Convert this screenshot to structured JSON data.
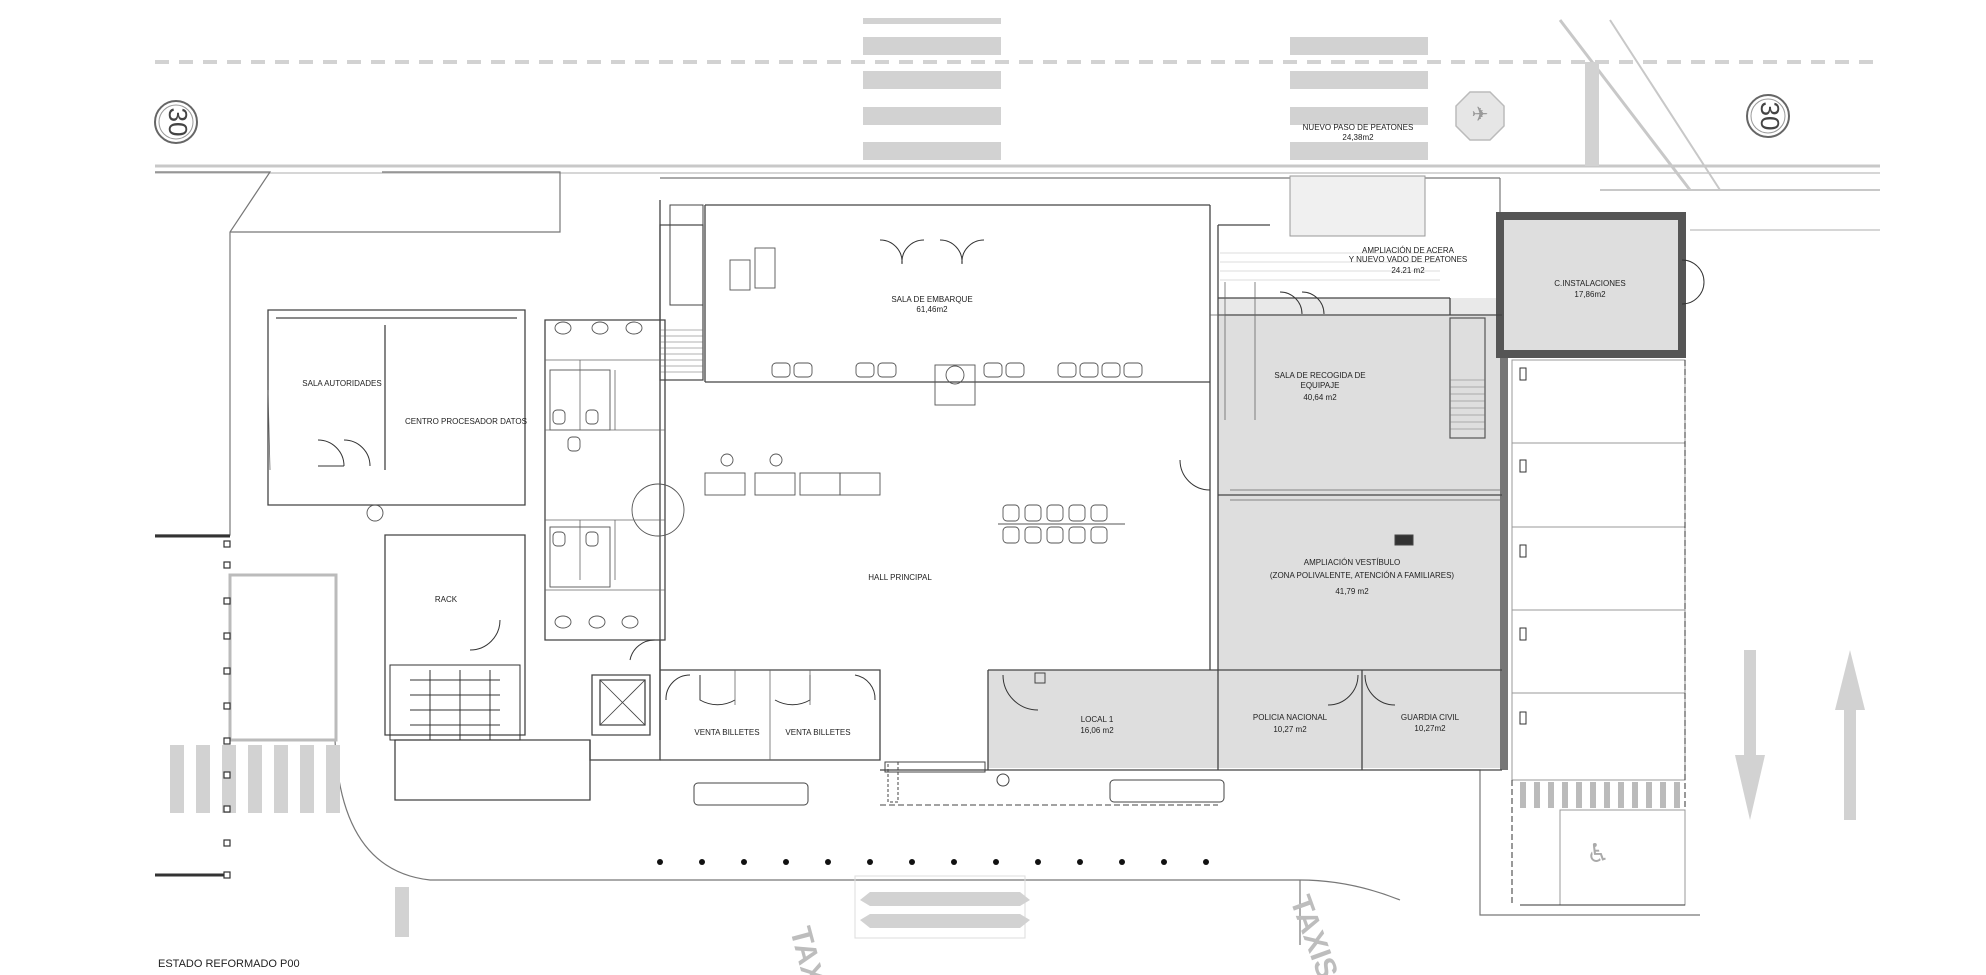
{
  "drawing": {
    "caption": "ESTADO REFORMADO P00",
    "speed_limit": "30",
    "road_text_left": "TAXIS",
    "road_text_right": "TAXIS",
    "colors": {
      "wall": "#333333",
      "road_paint": "#d2d2d2",
      "extension_fill": "#dedede",
      "line": "#555555"
    }
  },
  "rooms": {
    "nuevo_paso": {
      "name": "NUEVO PASO DE PEATONES",
      "area": "24,38m2"
    },
    "ampliacion_acera": {
      "name_line1": "AMPLIACIÓN DE ACERA",
      "name_line2": "Y NUEVO VADO DE PEATONES",
      "area": "24.21 m2"
    },
    "sala_embarque": {
      "name": "SALA DE EMBARQUE",
      "area": "61,46m2"
    },
    "c_instalaciones": {
      "name": "C.INSTALACIONES",
      "area": "17,86m2"
    },
    "sala_autoridades": {
      "name": "SALA AUTORIDADES"
    },
    "centro_procesador": {
      "name": "CENTRO PROCESADOR DATOS"
    },
    "sala_recogida": {
      "name_line1": "SALA DE RECOGIDA DE",
      "name_line2": "EQUIPAJE",
      "area": "40,64  m2"
    },
    "ampliacion_vestibulo": {
      "name_line1": "AMPLIACIÓN VESTÍBULO",
      "name_line2": "(ZONA POLIVALENTE, ATENCIÓN A FAMILIARES)",
      "area": "41,79 m2"
    },
    "hall_principal": {
      "name": "HALL PRINCIPAL"
    },
    "rack": {
      "name": "RACK"
    },
    "local_1": {
      "name": "LOCAL 1",
      "area": "16,06 m2"
    },
    "policia": {
      "name": "POLICIA NACIONAL",
      "area": "10,27 m2"
    },
    "guardia": {
      "name": "GUARDIA CIVIL",
      "area": "10,27m2"
    },
    "venta_1": {
      "name": "VENTA BILLETES"
    },
    "venta_2": {
      "name": "VENTA BILLETES"
    }
  }
}
